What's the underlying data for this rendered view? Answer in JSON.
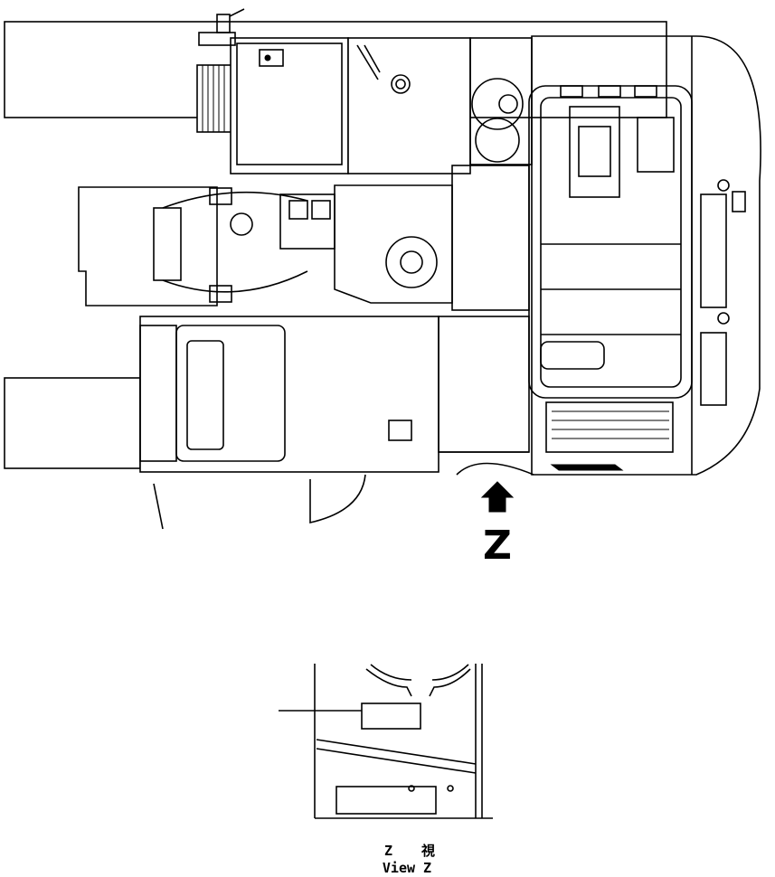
{
  "view_marker": "Z",
  "caption": {
    "letter": "Z",
    "kanji": "視",
    "english": "View Z"
  },
  "colors": {
    "line": "#000000",
    "background": "#ffffff"
  }
}
